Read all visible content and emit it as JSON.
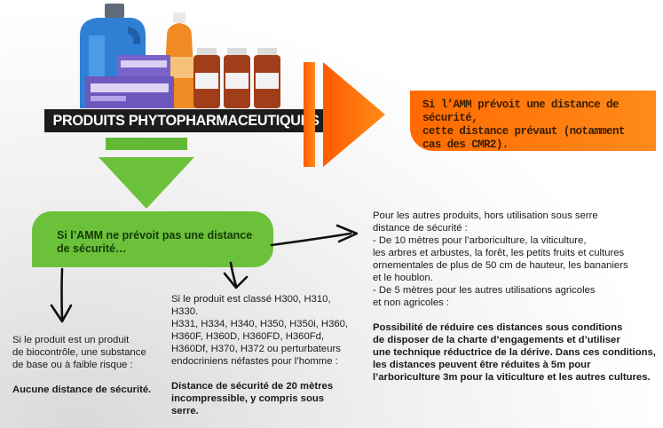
{
  "title_banner": "PRODUITS PHYTOPHARMACEUTIQUES",
  "orange_box": {
    "text": "Si l’AMM prévoit une distance de sécurité,\ncette distance prévaut (notamment\ncas des CMR2)."
  },
  "green_box": {
    "text": "Si l’AMM ne prévoit pas une distance\nde sécurité…"
  },
  "right_block": {
    "rules_text": "Pour les autres produits, hors utilisation sous serre\ndistance de sécurité :\n- De 10 mètres pour l’arboriculture, la viticulture,\nles arbres et arbustes, la forêt, les petits fruits et cultures\nornementales de plus de 50 cm de hauteur, les bananiers\net le houblon.\n- De 5 mètres pour les autres utilisations agricoles\net non agricoles :",
    "reduction_text": "Possibilité de réduire ces distances sous conditions\nde disposer de la charte d’engagements et d’utiliser\nune technique réductrice de la dérive. Dans ces conditions,\nles distances peuvent être réduites à 5m pour\nl’arboriculture 3m pour la viticulture et les autres cultures."
  },
  "middle_block": {
    "classification_text": "Si le produit est classé H300, H310, H330.\nH331, H334, H340, H350, H350i, H360,\nH360F, H360D, H360FD, H360Fd,\nH360Df, H370, H372 ou perturbateurs\nendocriniens néfastes pour l’homme :",
    "distance_text": "Distance de sécurité de 20 mètres\nincompressible, y compris sous serre."
  },
  "left_block": {
    "condition_text": "Si le produit est un produit\nde biocontrôle, une substance\nde base ou à faible risque :",
    "result_text": "Aucune distance de sécurité."
  },
  "colors": {
    "orange": "#ff6a00",
    "green": "#6cc13b",
    "banner_black": "#1c1c1c"
  },
  "icons": [
    "product-bottles-illustration",
    "orange-right-arrow-icon",
    "green-down-arrow-icon",
    "hand-drawn-arrow-icon"
  ]
}
